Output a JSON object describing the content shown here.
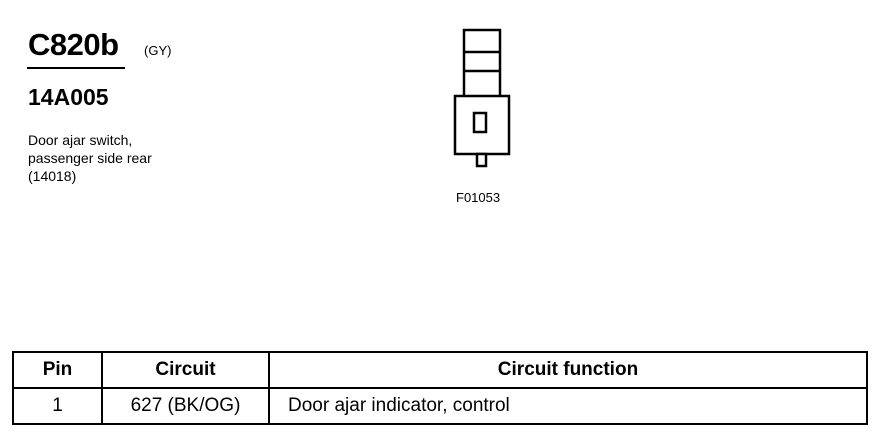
{
  "connector": {
    "id": "C820b",
    "color_code": "(GY)",
    "part_number": "14A005",
    "description_lines": [
      "Door ajar switch,",
      "passenger side rear",
      "(14018)"
    ],
    "figure_id": "F01053"
  },
  "pin_table": {
    "headers": [
      "Pin",
      "Circuit",
      "Circuit function"
    ],
    "rows": [
      {
        "pin": "1",
        "circuit": "627 (BK/OG)",
        "function": "Door ajar indicator, control"
      }
    ]
  }
}
